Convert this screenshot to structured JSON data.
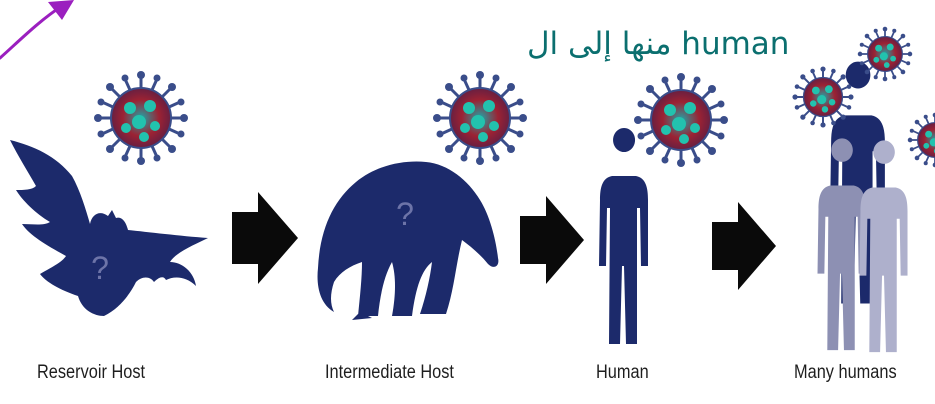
{
  "annotation": {
    "text": "منها إلى ال human",
    "color": "#0b6f6f",
    "pen_arrow_color": "#9b1fbf"
  },
  "stages": [
    {
      "label": "Reservoir Host",
      "icon": "bat-icon",
      "marker": "?"
    },
    {
      "label": "Intermediate Host",
      "icon": "pangolin-icon",
      "marker": "?"
    },
    {
      "label": "Human",
      "icon": "human-icon"
    },
    {
      "label": "Many humans",
      "icon": "human-group-icon"
    }
  ],
  "flow_arrows": 3,
  "colors": {
    "silhouette": "#1c2a6b",
    "crowd_light": "#aeb0cc",
    "crowd_mid": "#8d90b3",
    "arrow": "#0a0a0a",
    "virus_body": "#b42a33",
    "virus_cells": "#1eb3a3",
    "virus_spikes": "#3a4d8a"
  }
}
